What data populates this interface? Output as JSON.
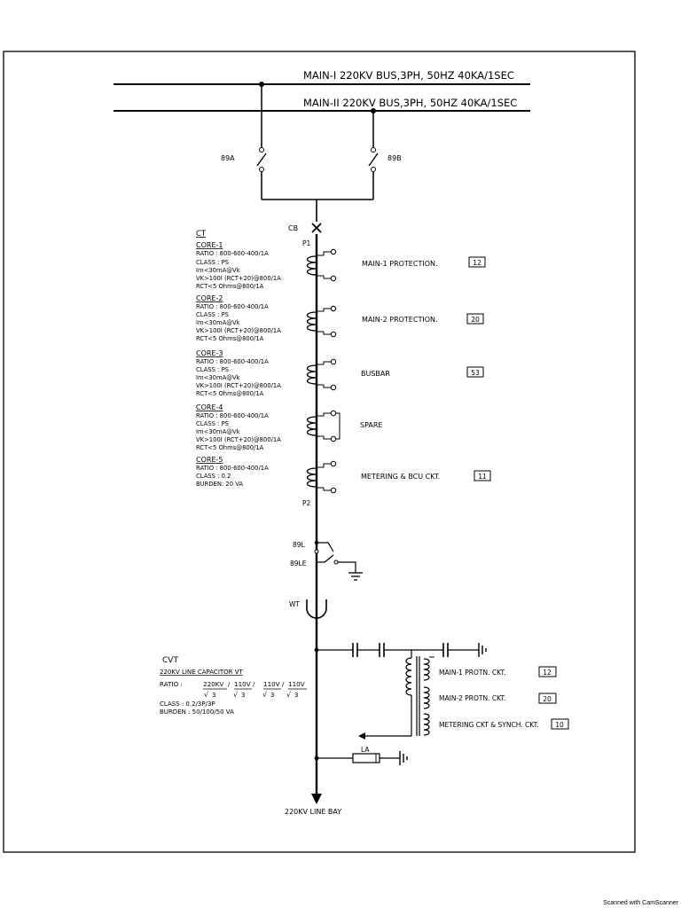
{
  "buses": {
    "main1": "MAIN-I 220KV BUS,3PH, 50HZ 40KA/1SEC",
    "main2": "MAIN-II 220KV BUS,3PH, 50HZ 40KA/1SEC"
  },
  "isolators": {
    "a": "89A",
    "b": "89B",
    "line": "89L",
    "earth": "89LE"
  },
  "breaker": "CB",
  "ct": {
    "title": "CT",
    "p1": "P1",
    "p2": "P2",
    "cores": [
      {
        "name": "CORE-1",
        "ratio": "RATIO : 800-600-400/1A",
        "class": "CLASS : PS",
        "im": "Im<30mA@Vk",
        "vk": "VK>100I (RCT+20)@800/1A",
        "rct": "RCT<5 Ohms@800/1A",
        "function": "MAIN-1 PROTECTION.",
        "ref": "12"
      },
      {
        "name": "CORE-2",
        "ratio": "RATIO : 800-600-400/1A",
        "class": "CLASS : PS",
        "im": "Im<30mA@Vk",
        "vk": "VK>100I (RCT+20)@800/1A",
        "rct": "RCT<5 Ohms@800/1A",
        "function": "MAIN-2 PROTECTION.",
        "ref": "20"
      },
      {
        "name": "CORE-3",
        "ratio": "RATIO : 800-600-400/1A",
        "class": "CLASS : PS",
        "im": "Im<30mA@Vk",
        "vk": "VK>100I (RCT+20)@800/1A",
        "rct": "RCT<5 Ohms@800/1A",
        "function": "BUSBAR",
        "ref": "53"
      },
      {
        "name": "CORE-4",
        "ratio": "RATIO : 800-600-400/1A",
        "class": "CLASS : PS",
        "im": "Im<30mA@Vk",
        "vk": "VK>100I (RCT+20)@800/1A",
        "rct": "RCT<5 Ohms@800/1A",
        "function": "SPARE",
        "ref": ""
      },
      {
        "name": "CORE-5",
        "ratio": "RATIO : 800-600-400/1A",
        "class": "CLASS : 0.2",
        "burden": "BURDEN: 20 VA",
        "function": "METERING & BCU CKT.",
        "ref": "11"
      }
    ]
  },
  "wave_trap": "WT",
  "cvt": {
    "title": "CVT",
    "subtitle": "220KV LINE CAPACITOR VT",
    "ratio_label": "RATIO :",
    "ratio_terms": [
      "220KV",
      "110V",
      "110V",
      "110V"
    ],
    "ratio_root": "3",
    "class": "CLASS : 0.2/3P/3P",
    "burden": "BURDEN : 50/100/50 VA",
    "windings": [
      {
        "label": "MAIN-1 PROTN. CKT.",
        "ref": "12"
      },
      {
        "label": "MAIN-2 PROTN. CKT.",
        "ref": "20"
      },
      {
        "label": "METERING CKT & SYNCH. CKT.",
        "ref": "10"
      }
    ]
  },
  "lightning_arrester": "LA",
  "line_bay": "220KV LINE BAY",
  "footer": "Scanned with CamScanner"
}
